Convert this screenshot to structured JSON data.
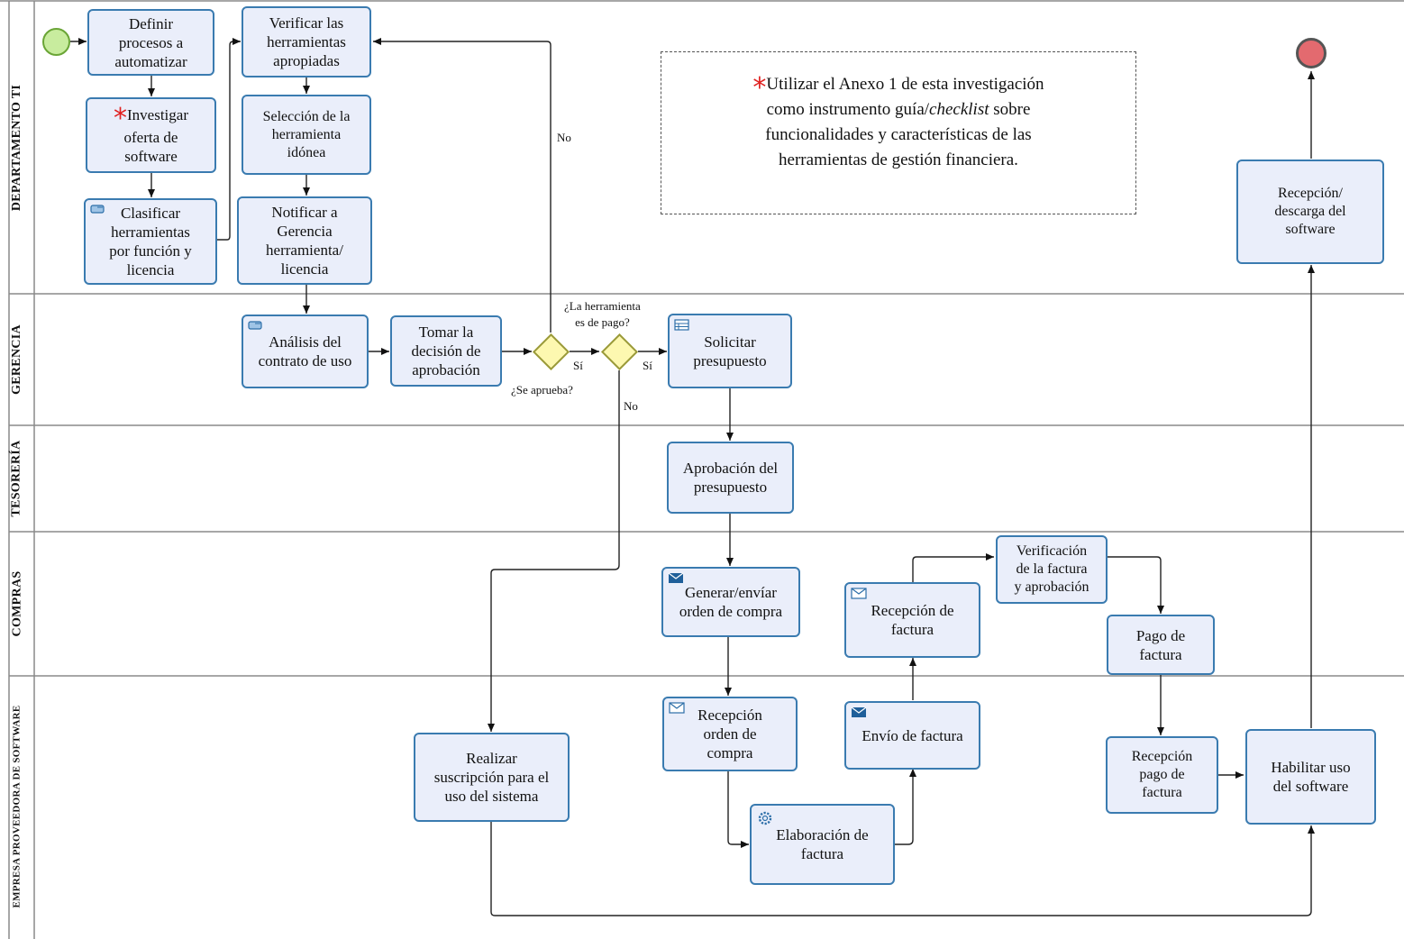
{
  "lanes": {
    "ti": "DEPARTAMENTO TI",
    "gerencia": "GERENCIA",
    "tesoreria": "TESORERÍA",
    "compras": "COMPRAS",
    "proveedora": "EMPRESA PROVEEDORA DE SOFTWARE"
  },
  "tasks": {
    "definir": "Definir\nprocesos a\nautomatizar",
    "investigar_a": "Investigar",
    "investigar_b": "oferta de\nsoftware",
    "clasificar": "Clasificar\nherramientas\npor función y\nlicencia",
    "verificar": "Verificar las\nherramientas\napropiadas",
    "seleccion": "Selección de la\nherramienta\nidónea",
    "notificar": "Notificar a\nGerencia\nherramienta/\nlicencia",
    "analisis": "Análisis del\ncontrato de uso",
    "tomar": "Tomar la\ndecisión de\naprobación",
    "solicitar": "Solicitar\npresupuesto",
    "aprobacion": "Aprobación del\npresupuesto",
    "generar": "Generar/envíar\norden de compra",
    "recepcion_factura": "Recepción de\nfactura",
    "verificacion_factura": "Verificación\nde la factura\ny aprobación",
    "pago_factura": "Pago de\nfactura",
    "realizar": "Realizar\nsuscripción para el\nuso del sistema",
    "recepcion_orden": "Recepción\norden de\ncompra",
    "envio_factura": "Envío de factura",
    "elaboracion": "Elaboración de\nfactura",
    "recepcion_pago": "Recepción\npago de\nfactura",
    "habilitar": "Habilitar uso\ndel software",
    "recepcion_descarga": "Recepción/\ndescarga del\nsoftware"
  },
  "annotation": {
    "line1": "Utilizar el Anexo 1 de esta investigación",
    "line2_pre": "como instrumento guía/",
    "line2_italic": "checklist",
    "line2_post": " sobre",
    "line3": "funcionalidades y características de las",
    "line4": "herramientas de gestión financiera."
  },
  "annotation_marker": "*",
  "gateways": {
    "aprueba_q": "¿Se aprueba?",
    "pago_q_line1": "¿La herramienta",
    "pago_q_line2": "es de pago?"
  },
  "flow_labels": {
    "no_top": "No",
    "si_1": "Sí",
    "si_2": "Sí",
    "no_bottom": "No"
  },
  "colors": {
    "task_fill": "#eaeefa",
    "task_border": "#3a7bb0",
    "start_fill": "#c8ec9e",
    "end_fill": "#e36a6f",
    "gateway_fill": "#fdf8b0",
    "marker": "#e0201f"
  },
  "icons": {
    "clasificar": "manual-task-icon",
    "analisis": "manual-task-icon",
    "solicitar": "business-rule-icon",
    "generar": "send-envelope-icon",
    "recepcion_factura": "receive-envelope-icon",
    "recepcion_orden": "receive-envelope-icon",
    "envio_factura": "send-envelope-icon",
    "elaboracion": "service-gear-icon"
  }
}
